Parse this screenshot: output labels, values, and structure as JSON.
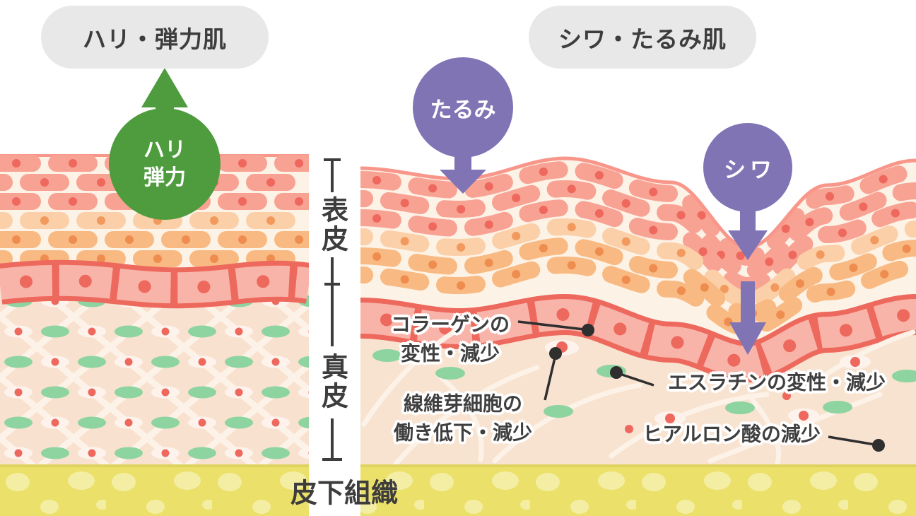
{
  "titles": {
    "left": "ハリ・弾力肌",
    "right": "シワ・たるみ肌"
  },
  "bubbles": {
    "firm": {
      "line1": "ハリ",
      "line2": "弾力"
    },
    "sagging": {
      "label": "たるみ"
    },
    "wrinkle": {
      "label": "シワ"
    }
  },
  "layer_labels": {
    "epidermis": "表皮",
    "dermis": "真皮",
    "subcutaneous": "皮下組織"
  },
  "annotations": {
    "collagen": {
      "line1": "コラーゲンの",
      "line2": "変性・減少"
    },
    "fibroblast": {
      "line1": "線維芽細胞の",
      "line2": "働き低下・減少"
    },
    "elastin": {
      "label": "エスラチンの変性・減少"
    },
    "hyaluronic": {
      "label": "ヒアルロン酸の減少"
    }
  },
  "colors": {
    "pill_bg": "#e8e8e8",
    "ink": "#3d3d3d",
    "text_dark": "#3f3f3f",
    "leader": "#2f2f2f",
    "green": "#4e9c3e",
    "purple": "#8074b5",
    "cream": "#fdf2e6",
    "cell_salmon": "#f8a294",
    "cell_peach": "#fbd0a9",
    "cell_orange": "#f8ba82",
    "nucleus_red": "#ee685d",
    "nucleus_peach": "#f29a5e",
    "nucleus_orange": "#ef8d50",
    "basal_border": "#ee695d",
    "basal_cell": "#f9b4aa",
    "surface_line": "#f8968a",
    "dermis_left": "#f9e1cf",
    "dermis_right": "#f8e3d1",
    "lattice": "#fdf2e7",
    "fiber_green": "#8dd4a0",
    "oval_white": "#fdf3ec",
    "subcut": "#ebe069",
    "subcut_blob": "#f4eea5",
    "subcut_line": "#ddd35e"
  }
}
